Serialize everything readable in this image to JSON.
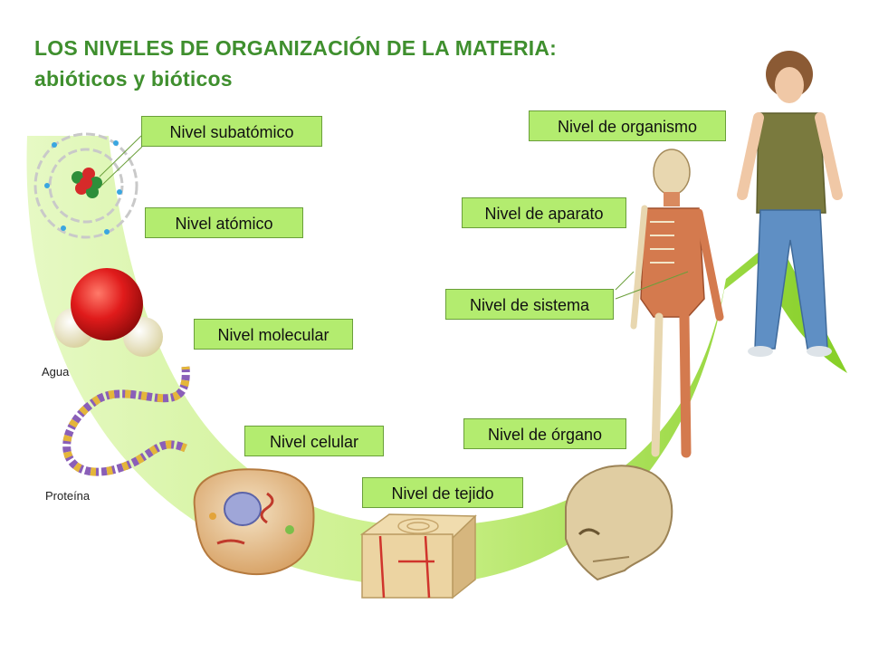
{
  "title": {
    "line1": "LOS NIVELES DE ORGANIZACIÓN DE LA MATERIA:",
    "line2": "abióticos y bióticos"
  },
  "levels": {
    "subatomico": "Nivel subatómico",
    "atomico": "Nivel atómico",
    "molecular": "Nivel molecular",
    "celular": "Nivel celular",
    "tejido": "Nivel de tejido",
    "organo": "Nivel de órgano",
    "sistema": "Nivel de sistema",
    "aparato": "Nivel de aparato",
    "organismo": "Nivel de organismo"
  },
  "captions": {
    "agua": "Agua",
    "proteina": "Proteína"
  },
  "colors": {
    "title": "#3f8f2e",
    "label_bg": "#b3ec6f",
    "arrow_light": "#dcf7b0",
    "arrow_dark": "#8ed42c"
  }
}
